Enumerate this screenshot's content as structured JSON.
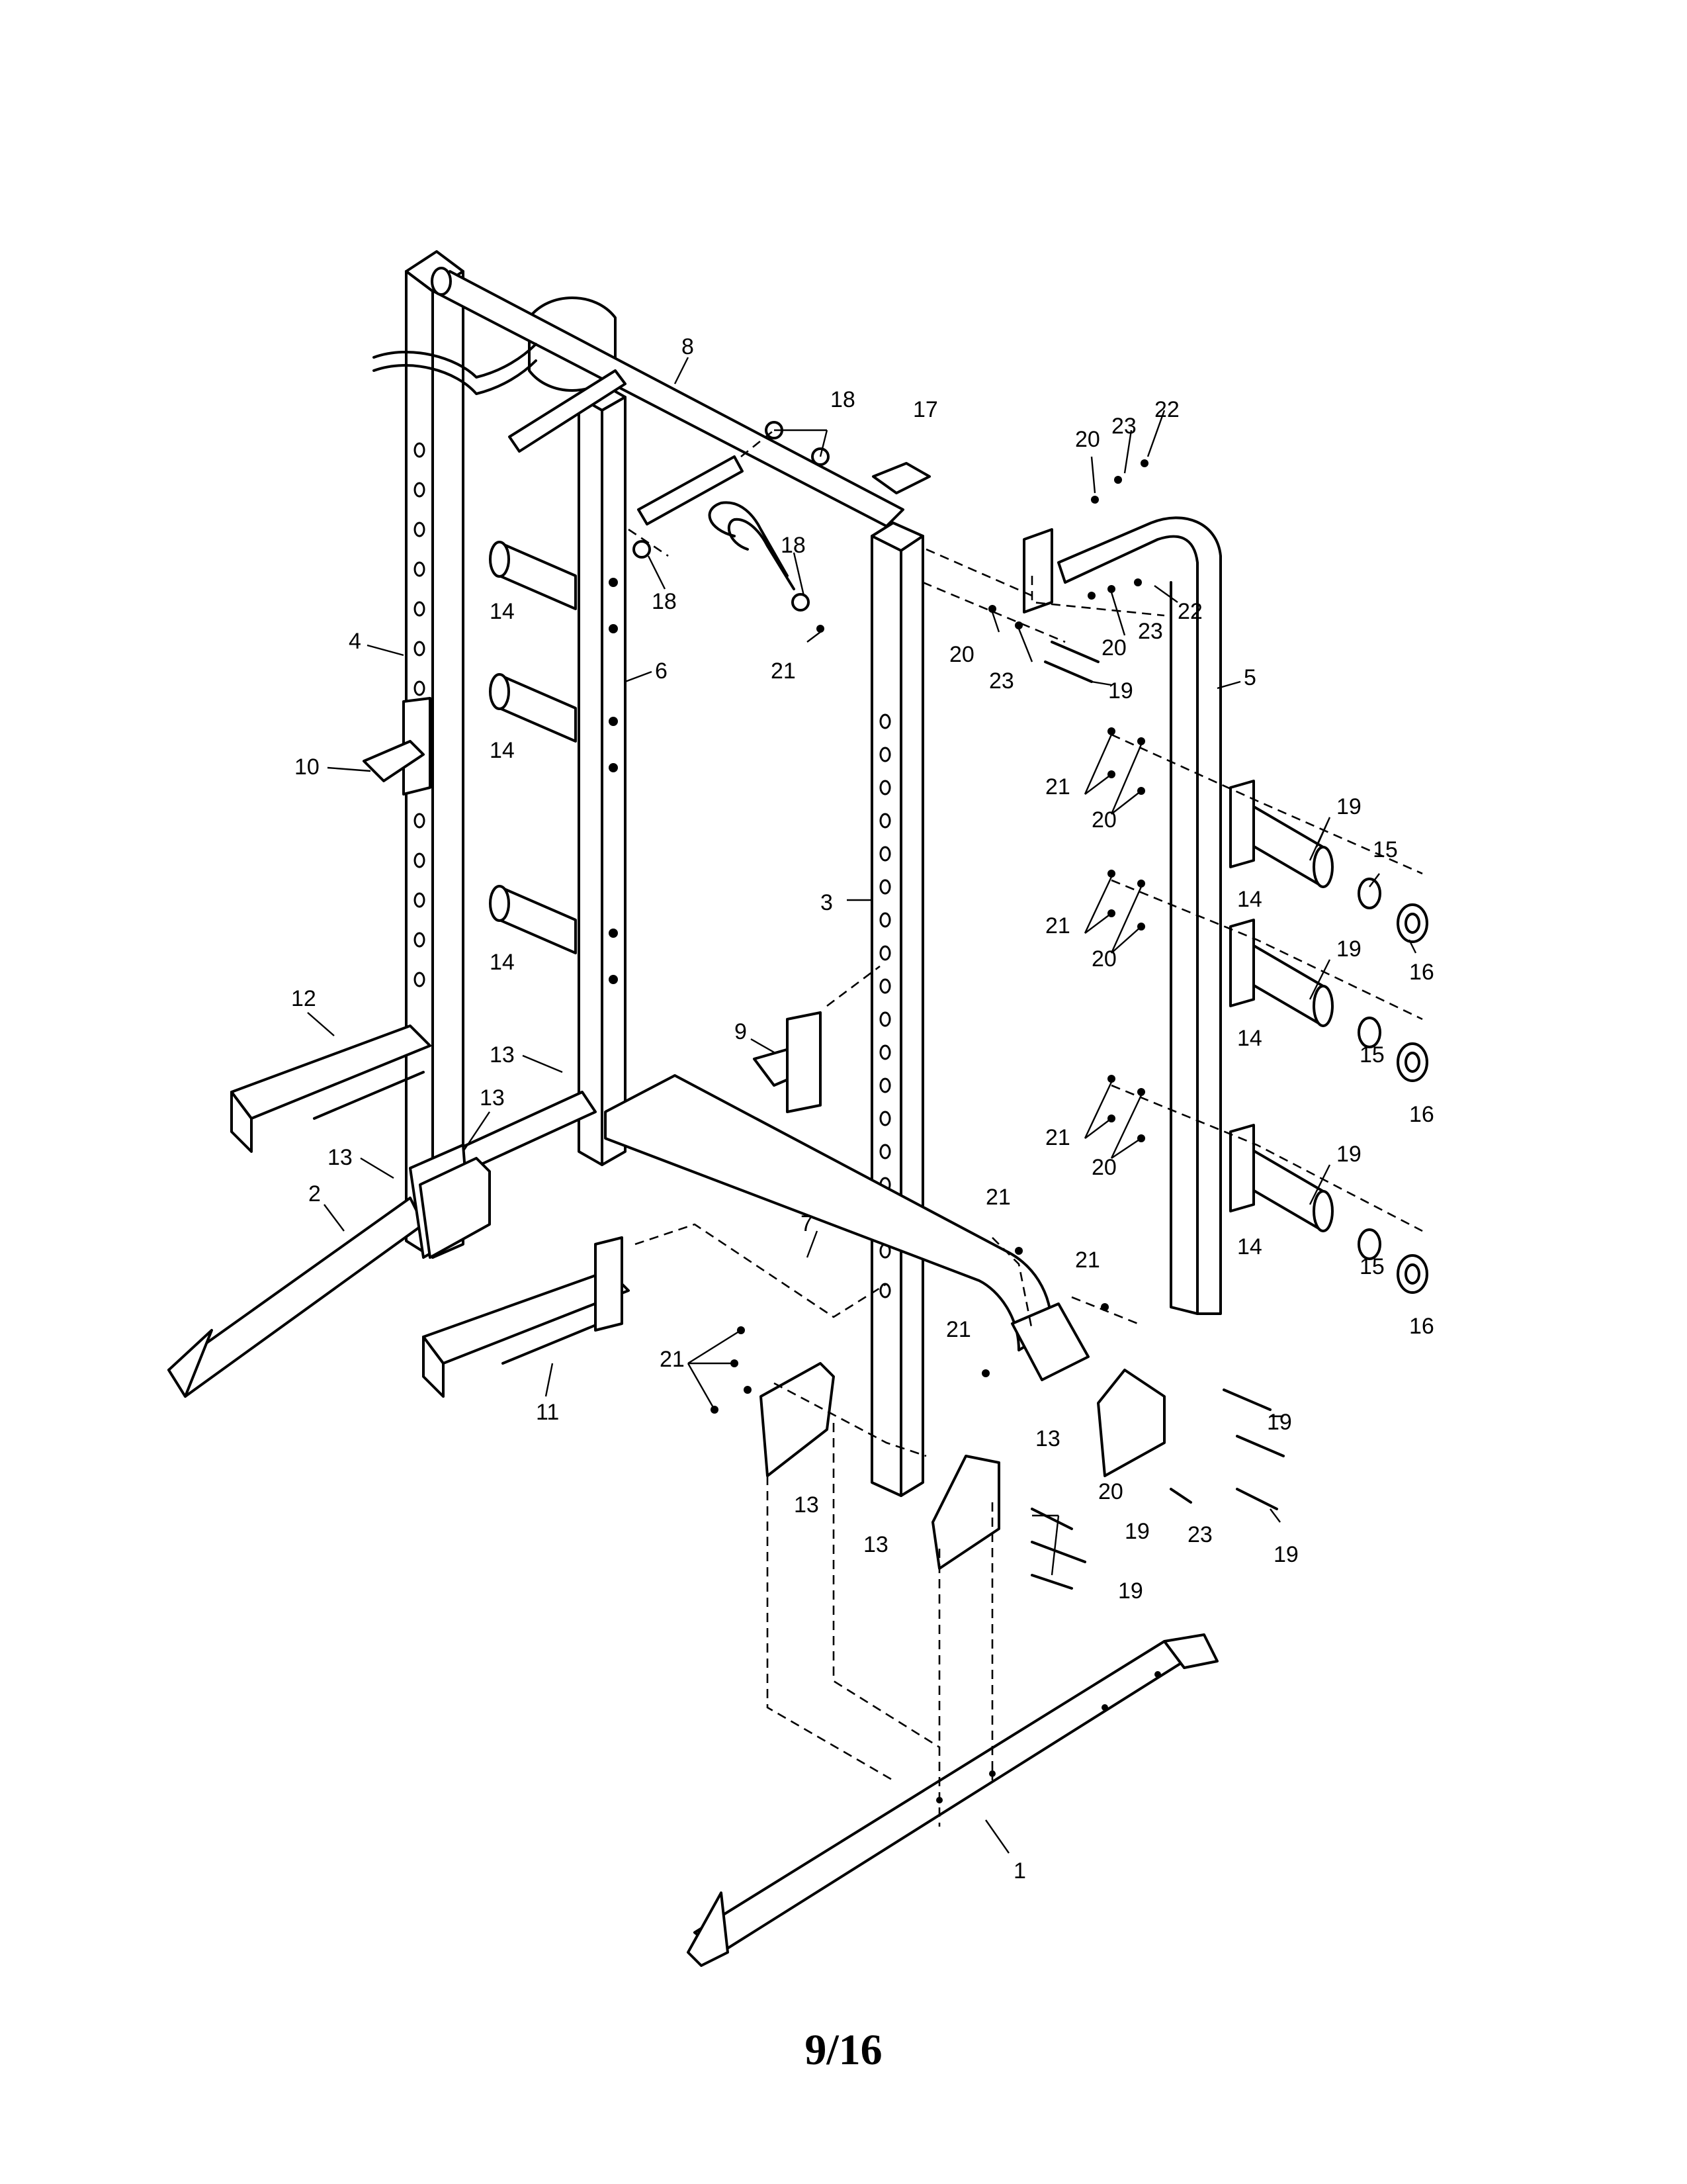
{
  "page_number": "9/16",
  "callouts": [
    "1",
    "2",
    "3",
    "4",
    "5",
    "6",
    "7",
    "8",
    "9",
    "10",
    "11",
    "12",
    "13",
    "14",
    "15",
    "16",
    "17",
    "18",
    "19",
    "20",
    "21",
    "22",
    "23"
  ]
}
